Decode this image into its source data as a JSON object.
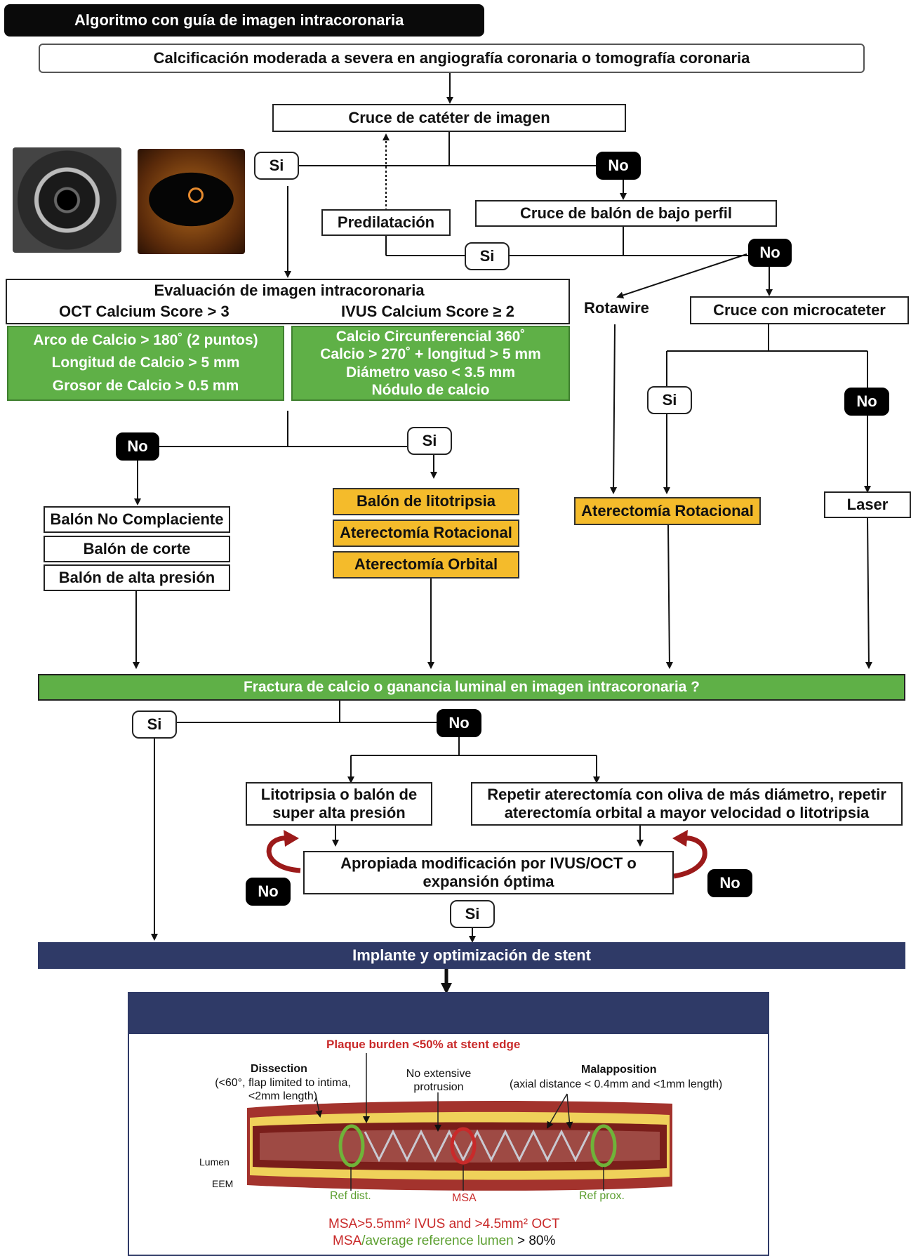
{
  "title": "Algoritmo con guía de imagen intracoronaria",
  "start": "Calcificación moderada a severa en angiografía coronaria o tomografía coronaria",
  "crossing": "Cruce de catéter de imagen",
  "predilatation": "Predilatación",
  "low_profile_balloon": "Cruce de balón de bajo perfil",
  "rotawire": "Rotawire",
  "microcatheter": "Cruce con microcateter",
  "eval": {
    "heading": "Evaluación de imagen intracoronaria",
    "oct_score": "OCT Calcium Score > 3",
    "ivus_score": "IVUS Calcium Score ≥ 2",
    "oct_criteria": [
      "Arco de Calcio > 180˚ (2 puntos)",
      "Longitud de Calcio > 5 mm",
      "Grosor de Calcio > 0.5 mm"
    ],
    "ivus_criteria": [
      "Calcio Circunferencial  360˚",
      "Calcio > 270˚ + longitud > 5 mm",
      "Diámetro vaso < 3.5 mm",
      "Nódulo de calcio"
    ]
  },
  "labels": {
    "yes": "Si",
    "no": "No"
  },
  "balloons": [
    "Balón No Complaciente",
    "Balón de corte",
    "Balón de alta presión"
  ],
  "advanced": [
    "Balón de litotripsia",
    "Aterectomía Rotacional",
    "Aterectomía Orbital"
  ],
  "rotational": "Aterectomía Rotacional",
  "laser": "Laser",
  "fracture_question": "Fractura de calcio o ganancia luminal en imagen intracoronaria ?",
  "lithotripsy_option": "Litotripsia o balón de super alta presión",
  "repeat_option": "Repetir aterectomía con oliva de más diámetro, repetir aterectomía orbital a mayor velocidad o litotripsia",
  "appropriate_mod": "Apropiada modificación por IVUS/OCT o expansión óptima",
  "stent": "Implante y optimización de stent",
  "illustration": {
    "plaque_burden": "Plaque burden <50% at stent edge",
    "dissection_title": "Dissection",
    "dissection_detail": "(<60°, flap limited to intima, <2mm length)",
    "protrusion": "No extensive protrusion",
    "malapposition_title": "Malapposition",
    "malapposition_detail": "(axial distance < 0.4mm and <1mm length)",
    "lumen": "Lumen",
    "eem": "EEM",
    "ref_dist": "Ref dist.",
    "msa": "MSA",
    "ref_prox": "Ref prox.",
    "criterion1": "MSA>5.5mm² IVUS and >4.5mm² OCT",
    "criterion2_a": "MSA",
    "criterion2_b": "/average reference lumen",
    "criterion2_c": " > 80%"
  },
  "colors": {
    "green": "#5fb047",
    "gold": "#f4bb2b",
    "navy": "#2f3a67",
    "red_arrow": "#9c1a1a"
  }
}
